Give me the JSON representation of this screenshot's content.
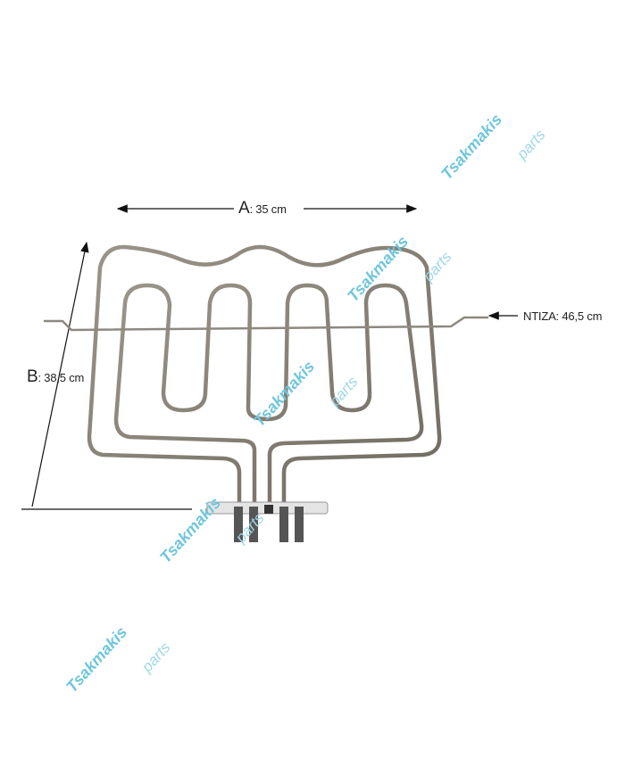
{
  "dimensions": {
    "a": {
      "letter": "A",
      "value": ": 35 cm"
    },
    "b": {
      "letter": "B",
      "value": ": 38,5 cm"
    },
    "rod": {
      "label": "NTIZA: 46,5 cm"
    }
  },
  "watermark": {
    "brand": "Tsakmakis",
    "suffix": "parts"
  },
  "colors": {
    "element": "#8a8478",
    "watermark": "#6fc6dc",
    "arrow": "#111111"
  }
}
